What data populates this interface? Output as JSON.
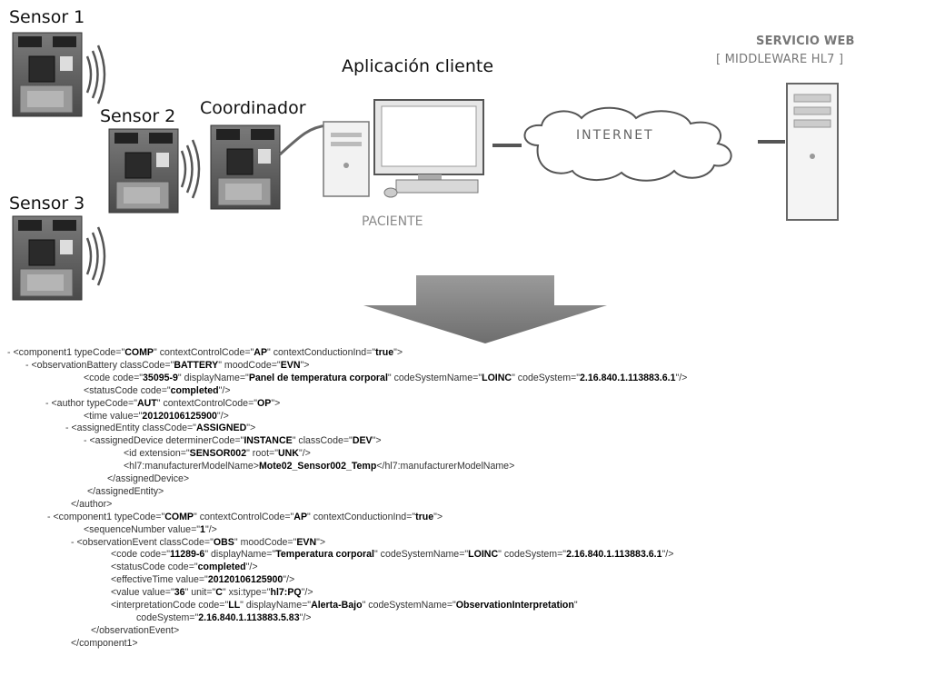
{
  "labels": {
    "sensor1": "Sensor 1",
    "sensor2": "Sensor 2",
    "sensor3": "Sensor 3",
    "coordinator": "Coordinador",
    "client_app": "Aplicación cliente",
    "patient": "PACIENTE",
    "web_service": "SERVICIO WEB",
    "middleware": "[ MIDDLEWARE HL7 ]",
    "internet": "INTERNET"
  },
  "xml_lines": [
    {
      "m": "- ",
      "t": "<component1 typeCode=\"",
      "v": "COMP",
      "t2": "\" contextControlCode=\"",
      "v2": "AP",
      "t3": "\" contextConductionInd=\"",
      "v3": "true",
      "t4": "\">"
    },
    {
      "m": "- ",
      "t": "<observationBattery classCode=\"",
      "v": "BATTERY",
      "t2": "\" moodCode=\"",
      "v2": "EVN",
      "t3": "\">",
      "v3": "",
      "t4": ""
    },
    {
      "m": "",
      "t": "<code code=\"",
      "v": "35095-9",
      "t2": "\" displayName=\"",
      "v2": "Panel de temperatura corporal",
      "t3": "\" codeSystemName=\"",
      "v3": "LOINC",
      "t4": "\" codeSystem=\"",
      "v4": "2.16.840.1.113883.6.1",
      "t5": "\"/>"
    },
    {
      "m": "",
      "t": "<statusCode code=\"",
      "v": "completed",
      "t2": "\"/>"
    },
    {
      "m": "- ",
      "t": "<author typeCode=\"",
      "v": "AUT",
      "t2": "\" contextControlCode=\"",
      "v2": "OP",
      "t3": "\">"
    },
    {
      "m": "",
      "t": "<time value=\"",
      "v": "20120106125900",
      "t2": "\"/>"
    },
    {
      "m": "- ",
      "t": "<assignedEntity classCode=\"",
      "v": "ASSIGNED",
      "t2": "\">"
    },
    {
      "m": "- ",
      "t": "<assignedDevice determinerCode=\"",
      "v": "INSTANCE",
      "t2": "\" classCode=\"",
      "v2": "DEV",
      "t3": "\">"
    },
    {
      "m": "",
      "t": "<id extension=\"",
      "v": "SENSOR002",
      "t2": "\" root=\"",
      "v2": "UNK",
      "t3": "\"/>"
    },
    {
      "m": "",
      "t": "<hl7:manufacturerModelName>",
      "v": "Mote02_Sensor002_Temp",
      "t2": "</hl7:manufacturerModelName>"
    },
    {
      "m": "",
      "t": "</assignedDevice>"
    },
    {
      "m": "",
      "t": "</assignedEntity>"
    },
    {
      "m": "",
      "t": "</author>"
    },
    {
      "m": "- ",
      "t": "<component1 typeCode=\"",
      "v": "COMP",
      "t2": "\" contextControlCode=\"",
      "v2": "AP",
      "t3": "\" contextConductionInd=\"",
      "v3": "true",
      "t4": "\">"
    },
    {
      "m": "",
      "t": "<sequenceNumber value=\"",
      "v": "1",
      "t2": "\"/>"
    },
    {
      "m": "- ",
      "t": "<observationEvent classCode=\"",
      "v": "OBS",
      "t2": "\" moodCode=\"",
      "v2": "EVN",
      "t3": "\">"
    },
    {
      "m": "",
      "t": "<code code=\"",
      "v": "11289-6",
      "t2": "\" displayName=\"",
      "v2": "Temperatura corporal",
      "t3": "\" codeSystemName=\"",
      "v3": "LOINC",
      "t4": "\" codeSystem=\"",
      "v4": "2.16.840.1.113883.6.1",
      "t5": "\"/>"
    },
    {
      "m": "",
      "t": "<statusCode code=\"",
      "v": "completed",
      "t2": "\"/>"
    },
    {
      "m": "",
      "t": "<effectiveTime value=\"",
      "v": "20120106125900",
      "t2": "\"/>"
    },
    {
      "m": "",
      "t": "<value value=\"",
      "v": "36",
      "t2": "\" unit=\"",
      "v2": "C",
      "t3": "\" xsi:type=\"",
      "v3": "hl7:PQ",
      "t4": "\"/>"
    },
    {
      "m": "",
      "t": "<interpretationCode code=\"",
      "v": "LL",
      "t2": "\" displayName=\"",
      "v2": "Alerta-Bajo",
      "t3": "\" codeSystemName=\"",
      "v3": "ObservationInterpretation",
      "t4": "\""
    },
    {
      "m": "",
      "t": "codeSystem=\"",
      "v": "2.16.840.1.113883.5.83",
      "t2": "\"/>"
    },
    {
      "m": "",
      "t": "</observationEvent>"
    },
    {
      "m": "",
      "t": "</component1>"
    }
  ]
}
